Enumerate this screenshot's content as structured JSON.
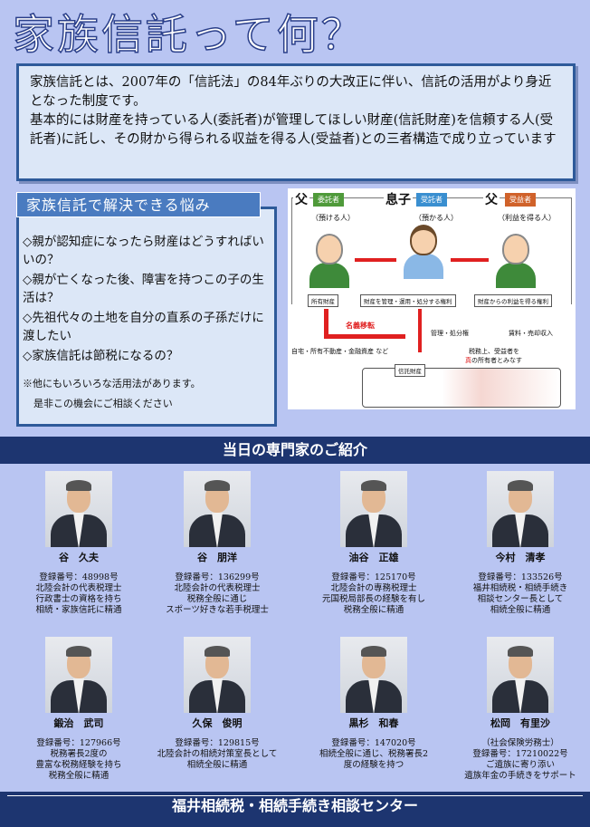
{
  "title": "家族信託って何？",
  "intro": {
    "p1": "家族信託とは、2007年の「信託法」の84年ぶりの大改正に伴い、信託の活用がより身近となった制度です。",
    "p2": "基本的には財産を持っている人(委託者)が管理してほしい財産(信託財産)を信頼する人(受託者)に託し、その財から得られる収益を得る人(受益者)との三者構造で成り立っています"
  },
  "worries": {
    "heading": "家族信託で解決できる悩み",
    "items": [
      "◇親が認知症になったら財産はどうすればいいの？",
      "◇親が亡くなった後、障害を持つこの子の生活は？",
      "◇先祖代々の土地を自分の直系の子孫だけに渡したい",
      "◇家族信託は節税になるの？"
    ],
    "note1": "※他にもいろいろな活用法があります。",
    "note2": "是非この機会にご相談ください"
  },
  "diagram": {
    "father": "父",
    "son": "息子",
    "settlor": "委託者",
    "settlor_sub": "（預ける人）",
    "trustee": "受託者",
    "trustee_sub": "（預かる人）",
    "beneficiary": "受益者",
    "beneficiary_sub": "（利益を得る人）",
    "owned": "所有財産",
    "manage_right": "財産を管理・運用・処分する権利",
    "benefit_right": "財産からの利益を得る権利",
    "transfer": "名義移転",
    "assets": "自宅・所有不動産・金融資産 など",
    "mgmt": "管理・処分権",
    "rent": "賃料・売却収入",
    "tax1": "税務上、受益者を",
    "tax2_red": "真",
    "tax2": "の所有者とみなす",
    "trust_property": "信託財産",
    "colors": {
      "settlor": "#4f9a3a",
      "trustee": "#3a8fd0",
      "beneficiary": "#d0622a",
      "arrow": "#e02020"
    }
  },
  "banner": "当日の専門家のご紹介",
  "experts": [
    {
      "name": "谷　久夫",
      "lines": [
        "登録番号：48998号",
        "北陸会計の代表税理士",
        "行政書士の資格を持ち",
        "相続・家族信託に精通"
      ]
    },
    {
      "name": "谷　朋洋",
      "lines": [
        "登録番号：136299号",
        "北陸会計の代表税理士",
        "税務全般に通じ",
        "スポーツ好きな若手税理士"
      ]
    },
    {
      "name": "油谷　正雄",
      "lines": [
        "登録番号：125170号",
        "北陸会計の専務税理士",
        "元国税局部長の経験を有し",
        "税務全般に精通"
      ]
    },
    {
      "name": "今村　清孝",
      "lines": [
        "登録番号：133526号",
        "福井相続税・相続手続き",
        "相談センター長として",
        "相続全般に精通"
      ]
    },
    {
      "name": "鍛治　武司",
      "lines": [
        "登録番号：127966号",
        "税務署長2度の",
        "豊富な税務経験を持ち",
        "税務全般に精通"
      ]
    },
    {
      "name": "久保　俊明",
      "lines": [
        "登録番号：129815号",
        "北陸会計の相続対策室長として",
        "相続全般に精通"
      ]
    },
    {
      "name": "黒杉　和春",
      "lines": [
        "登録番号：147020号",
        "相続全般に通じ、税務署長2",
        "度の経験を持つ"
      ]
    },
    {
      "name": "松岡　有里沙",
      "lines": [
        "（社会保険労務士）",
        "登録番号：17210022号",
        "ご遺族に寄り添い",
        "遺族年金の手続きをサポート"
      ]
    }
  ],
  "footer": "福井相続税・相続手続き相談センター"
}
